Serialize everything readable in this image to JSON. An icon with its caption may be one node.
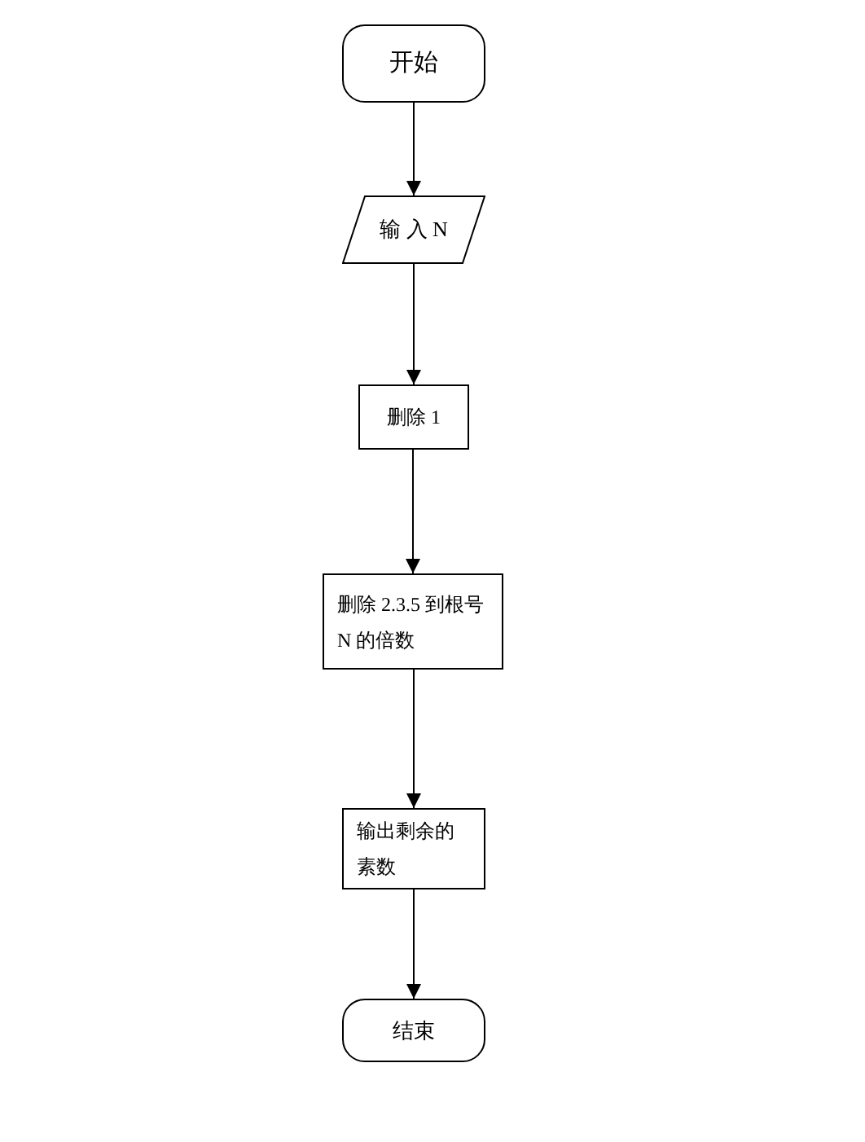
{
  "diagram": {
    "nodes": [
      {
        "text": [
          "开始"
        ]
      },
      {
        "text": [
          "输 入 N"
        ]
      },
      {
        "text": [
          "删除 1"
        ]
      },
      {
        "text": [
          "删除 2.3.5 到根号 N 的倍数"
        ]
      },
      {
        "text": [
          "输出剩余的素数"
        ]
      },
      {
        "text": [
          "结束"
        ]
      }
    ],
    "edges": [
      {
        "from": 0,
        "to": 1,
        "arrow": "to"
      },
      {
        "from": 1,
        "to": 2,
        "arrow": "to"
      },
      {
        "from": 2,
        "to": 3,
        "arrow": "to"
      },
      {
        "from": 3,
        "to": 4,
        "arrow": "to"
      },
      {
        "from": 4,
        "to": 5,
        "arrow": "to"
      }
    ]
  }
}
